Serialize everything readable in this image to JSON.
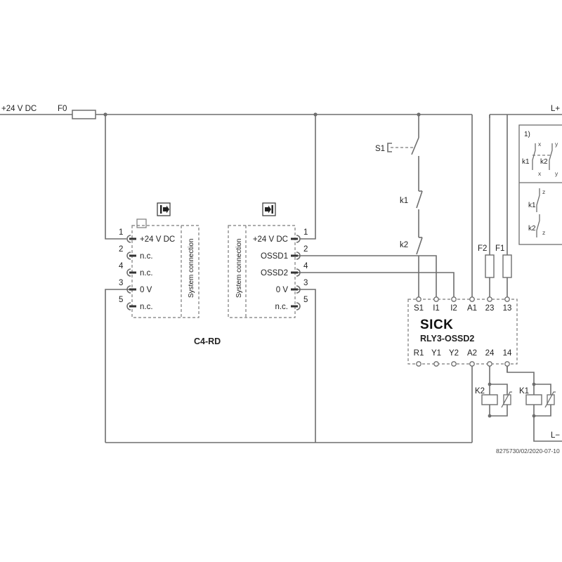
{
  "supply": {
    "plus24": "+24 V DC",
    "fuse_f0": "F0",
    "l_plus": "L+",
    "l_minus": "L−"
  },
  "switches": {
    "s1": "S1",
    "k1": "k1",
    "k2": "k2"
  },
  "left_device": {
    "pins": [
      {
        "num": "1",
        "label": "+24 V DC"
      },
      {
        "num": "2",
        "label": "n.c."
      },
      {
        "num": "4",
        "label": "n.c."
      },
      {
        "num": "3",
        "label": "0 V"
      },
      {
        "num": "5",
        "label": "n.c."
      }
    ],
    "system_connection": "System connection"
  },
  "right_device": {
    "pins": [
      {
        "num": "1",
        "label": "+24 V DC"
      },
      {
        "num": "2",
        "label": "OSSD1"
      },
      {
        "num": "4",
        "label": "OSSD2"
      },
      {
        "num": "3",
        "label": "0 V"
      },
      {
        "num": "5",
        "label": "n.c."
      }
    ],
    "system_connection": "System connection"
  },
  "device_name": "C4-RD",
  "relay": {
    "brand": "SICK",
    "model": "RLY3-OSSD2",
    "top_terminals": [
      "S1",
      "I1",
      "I2",
      "A1",
      "23",
      "13"
    ],
    "bottom_terminals": [
      "R1",
      "Y1",
      "Y2",
      "A2",
      "24",
      "14"
    ]
  },
  "fuses": {
    "f2": "F2",
    "f1": "F1"
  },
  "contactors": {
    "k2": "K2",
    "k1": "K1"
  },
  "footnote_box": {
    "note": "1)",
    "k1": "k1",
    "k2": "k2",
    "x": "x",
    "y": "y",
    "z": "z"
  },
  "doc_id": "8275730/02/2020-07-10"
}
